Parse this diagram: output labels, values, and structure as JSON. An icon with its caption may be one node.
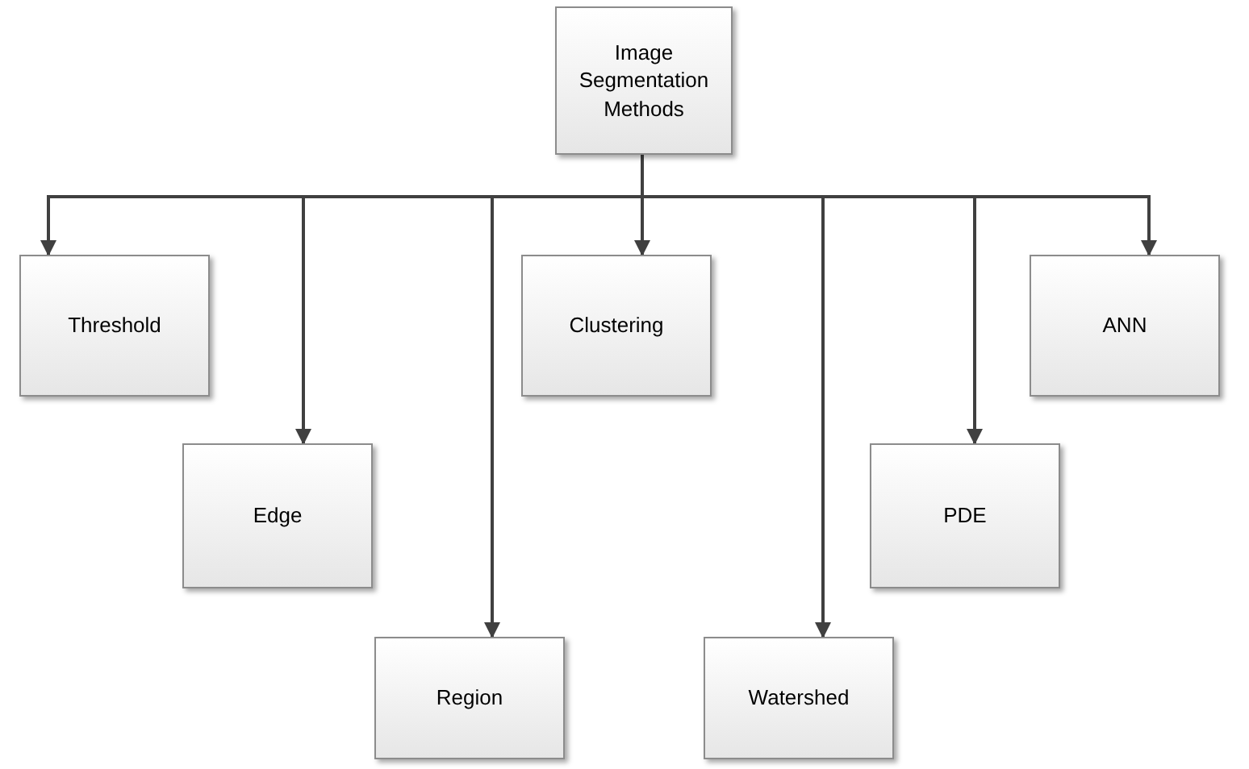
{
  "diagram": {
    "nodes": [
      {
        "text": [
          "Image Segmentation Methods"
        ]
      },
      {
        "text": [
          "Threshold"
        ]
      },
      {
        "text": [
          "Edge"
        ]
      },
      {
        "text": [
          "Region"
        ]
      },
      {
        "text": [
          "Clustering"
        ]
      },
      {
        "text": [
          "Watershed"
        ]
      },
      {
        "text": [
          "PDE"
        ]
      },
      {
        "text": [
          "ANN"
        ]
      }
    ],
    "edges": [
      {
        "from": 0,
        "to": 1,
        "arrow": "to"
      },
      {
        "from": 0,
        "to": 2,
        "arrow": "to"
      },
      {
        "from": 0,
        "to": 3,
        "arrow": "to"
      },
      {
        "from": 0,
        "to": 4,
        "arrow": "to"
      },
      {
        "from": 0,
        "to": 5,
        "arrow": "to"
      },
      {
        "from": 0,
        "to": 6,
        "arrow": "to"
      },
      {
        "from": 0,
        "to": 7,
        "arrow": "to"
      }
    ]
  }
}
